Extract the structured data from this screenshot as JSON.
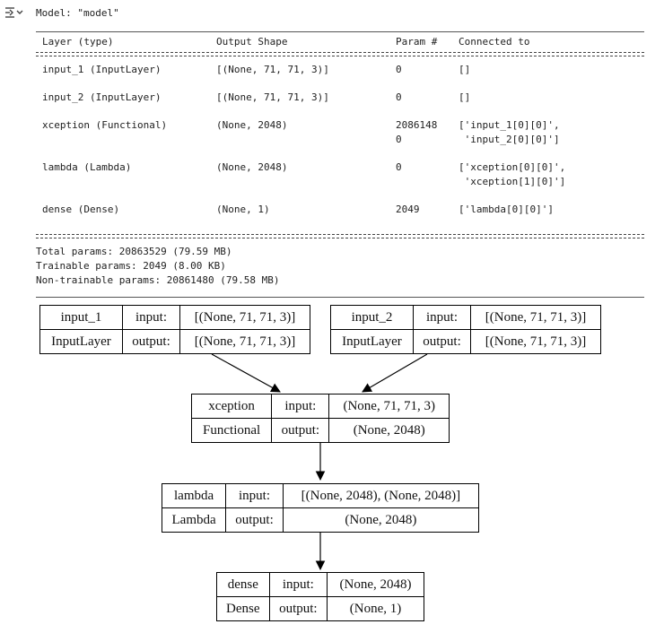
{
  "output_icon": "output-toggle-icon",
  "summary": {
    "model_line": "Model: \"model\"",
    "headers": [
      "Layer (type)",
      "Output Shape",
      "Param #",
      "Connected to"
    ],
    "rows": [
      {
        "layer": "input_1 (InputLayer)",
        "shape": "[(None, 71, 71, 3)]",
        "params": [
          "0"
        ],
        "connected": [
          "[]"
        ]
      },
      {
        "layer": "input_2 (InputLayer)",
        "shape": "[(None, 71, 71, 3)]",
        "params": [
          "0"
        ],
        "connected": [
          "[]"
        ]
      },
      {
        "layer": "xception (Functional)",
        "shape": "(None, 2048)",
        "params": [
          "2086148",
          "0"
        ],
        "connected": [
          "['input_1[0][0]',",
          " 'input_2[0][0]']"
        ]
      },
      {
        "layer": "lambda (Lambda)",
        "shape": "(None, 2048)",
        "params": [
          "0"
        ],
        "connected": [
          "['xception[0][0]',",
          " 'xception[1][0]']"
        ]
      },
      {
        "layer": "dense (Dense)",
        "shape": "(None, 1)",
        "params": [
          "2049"
        ],
        "connected": [
          "['lambda[0][0]']"
        ]
      }
    ],
    "totals": [
      "Total params: 20863529 (79.59 MB)",
      "Trainable params: 2049 (8.00 KB)",
      "Non-trainable params: 20861480 (79.58 MB)"
    ]
  },
  "diagram": {
    "nodes": [
      {
        "name": "input_1",
        "type": "InputLayer",
        "input_label": "input:",
        "output_label": "output:",
        "input": "[(None, 71, 71, 3)]",
        "output": "[(None, 71, 71, 3)]"
      },
      {
        "name": "input_2",
        "type": "InputLayer",
        "input_label": "input:",
        "output_label": "output:",
        "input": "[(None, 71, 71, 3)]",
        "output": "[(None, 71, 71, 3)]"
      },
      {
        "name": "xception",
        "type": "Functional",
        "input_label": "input:",
        "output_label": "output:",
        "input": "(None, 71, 71, 3)",
        "output": "(None, 2048)"
      },
      {
        "name": "lambda",
        "type": "Lambda",
        "input_label": "input:",
        "output_label": "output:",
        "input": "[(None, 2048), (None, 2048)]",
        "output": "(None, 2048)"
      },
      {
        "name": "dense",
        "type": "Dense",
        "input_label": "input:",
        "output_label": "output:",
        "input": "(None, 2048)",
        "output": "(None, 1)"
      }
    ]
  }
}
